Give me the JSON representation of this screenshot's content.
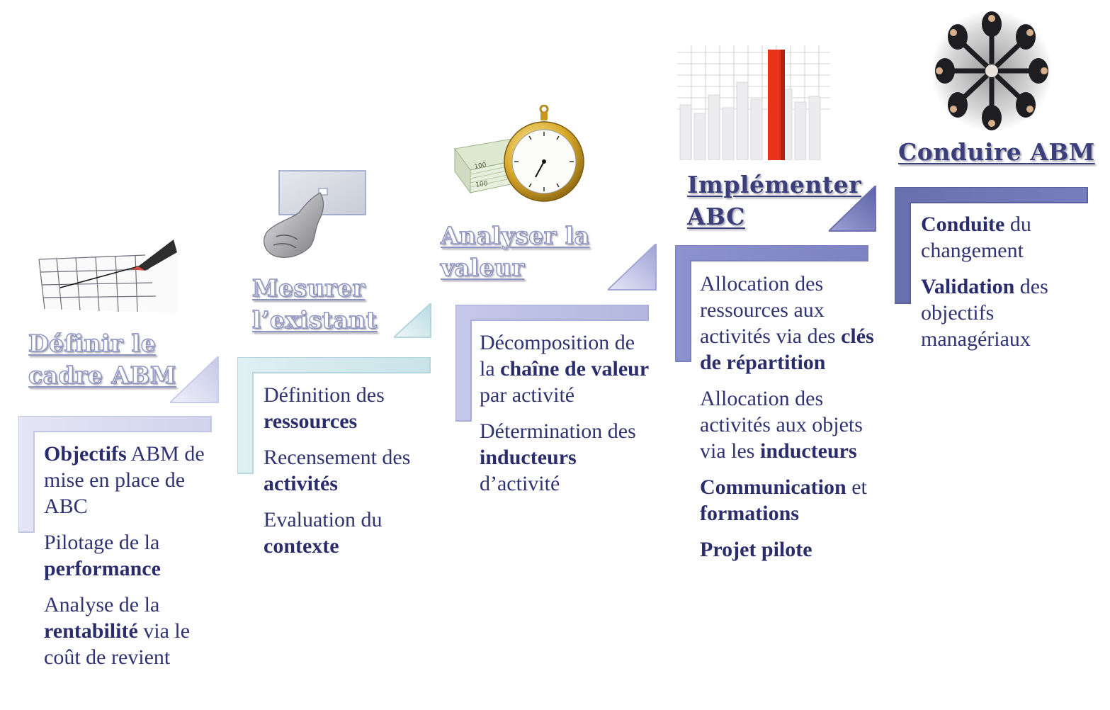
{
  "steps": [
    {
      "title": "Définir le cadre ABM",
      "icon": "grid-pen-icon",
      "items": [
        {
          "bold": "Objectifs",
          "text": " ABM de mise en place de ABC"
        },
        {
          "pre": "Pilotage de la ",
          "bold": "performance"
        },
        {
          "pre": "Analyse de la ",
          "bold": "rentabilité",
          "text": " via le coût de revient"
        }
      ]
    },
    {
      "title": "Mesurer l’existant",
      "icon": "hand-pressing-button-icon",
      "items": [
        {
          "pre": "Définition des ",
          "bold": "ressources"
        },
        {
          "pre": "Recensement des ",
          "bold": "activités"
        },
        {
          "pre": "Evaluation du ",
          "bold": "contexte"
        }
      ]
    },
    {
      "title": "Analyser la valeur",
      "icon": "money-stopwatch-icon",
      "items": [
        {
          "pre": "Décomposition de la ",
          "bold": "chaîne de valeur",
          "text": " par activité"
        },
        {
          "pre": "Détermination des ",
          "bold": "inducteurs",
          "text": " d’activité"
        }
      ]
    },
    {
      "title": "Implémenter ABC",
      "icon": "bar-chart-icon",
      "items": [
        {
          "pre": "Allocation des ressources aux activités via des ",
          "bold": "clés de répartition"
        },
        {
          "pre": "Allocation des activités aux objets via les ",
          "bold": "inducteurs"
        },
        {
          "bold": "Communication",
          "text": " et ",
          "bold2": "formations"
        },
        {
          "bold": "Projet pilote"
        }
      ]
    },
    {
      "title": "Conduire ABM",
      "icon": "team-circle-icon",
      "items": [
        {
          "bold": "Conduite",
          "text": " du changement"
        },
        {
          "bold": "Validation",
          "text": " des objectifs managériaux"
        }
      ]
    }
  ],
  "colors": {
    "text": "#303372",
    "bracket_light": "#d6d9f0",
    "bracket_mid": "#aeb2dc",
    "bracket_dark": "#5f64a6",
    "title_dark": "#3a3e7a"
  }
}
